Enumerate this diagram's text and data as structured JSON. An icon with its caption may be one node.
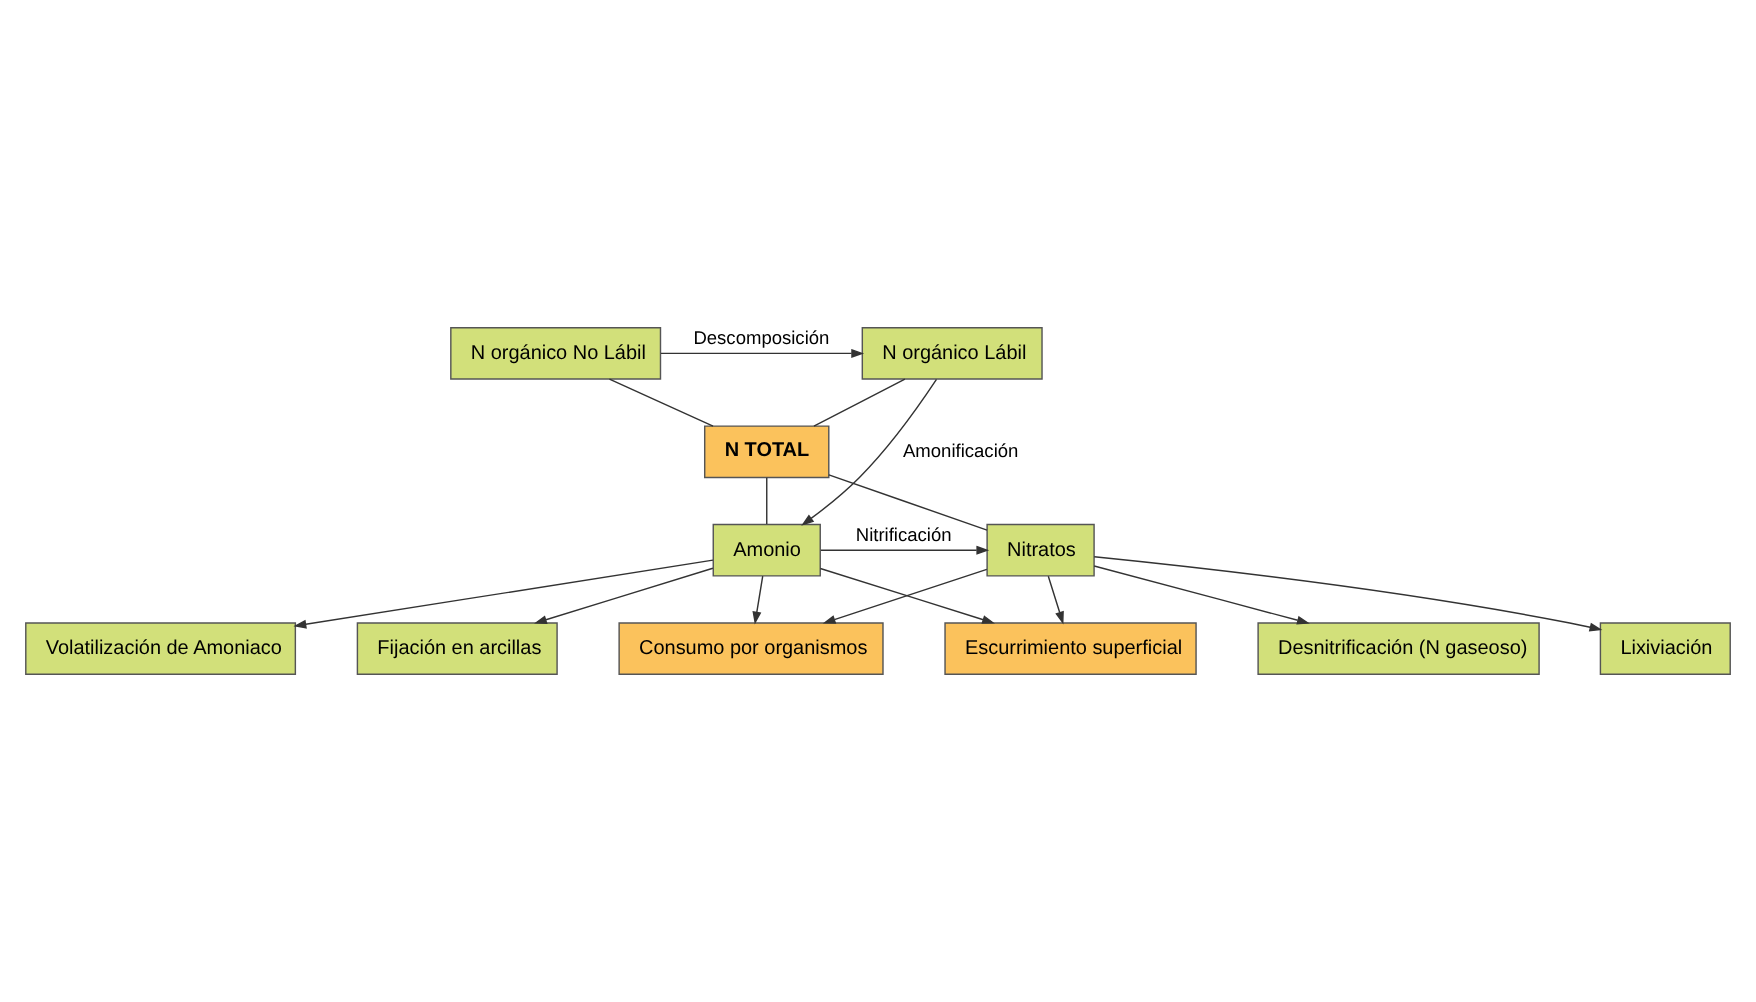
{
  "diagram": {
    "nodes": [
      {
        "text": [
          "N orgánico Lábil"
        ]
      },
      {
        "text": [
          "N orgánico No Lábil"
        ]
      },
      {
        "text": [
          "N TOTAL"
        ]
      },
      {
        "text": [
          "Volatilización de Amoniaco"
        ]
      },
      {
        "text": [
          "Consumo por organismos"
        ]
      },
      {
        "text": [
          "Desnitrificación (N gaseoso)"
        ]
      },
      {
        "text": [
          "Amonio"
        ]
      },
      {
        "text": [
          "Nitratos"
        ]
      },
      {
        "text": [
          "Fijación en arcillas"
        ]
      },
      {
        "text": [
          "Escurrimiento superficial"
        ]
      },
      {
        "text": [
          "Lixiviación"
        ]
      }
    ],
    "edges": [
      {
        "from": 1,
        "to": 0,
        "arrow": "to",
        "label": "Descomposición"
      },
      {
        "from": 0,
        "to": 6,
        "arrow": "to",
        "label": "Amonificación"
      },
      {
        "from": 0,
        "to": 2,
        "arrow": "none"
      },
      {
        "from": 1,
        "to": 2,
        "arrow": "none"
      },
      {
        "from": 2,
        "to": 6,
        "arrow": "none"
      },
      {
        "from": 2,
        "to": 7,
        "arrow": "none"
      },
      {
        "from": 6,
        "to": 3,
        "arrow": "to"
      },
      {
        "from": 6,
        "to": 4,
        "arrow": "to"
      },
      {
        "from": 7,
        "to": 4,
        "arrow": "to"
      },
      {
        "from": 6,
        "to": 7,
        "arrow": "to",
        "label": "Nitrificación"
      },
      {
        "from": 6,
        "to": 9,
        "arrow": "to"
      },
      {
        "from": 7,
        "to": 9,
        "arrow": "to"
      },
      {
        "from": 6,
        "to": 8,
        "arrow": "to"
      },
      {
        "from": 7,
        "to": 5,
        "arrow": "to"
      },
      {
        "from": 7,
        "to": 10,
        "arrow": "to"
      }
    ]
  }
}
